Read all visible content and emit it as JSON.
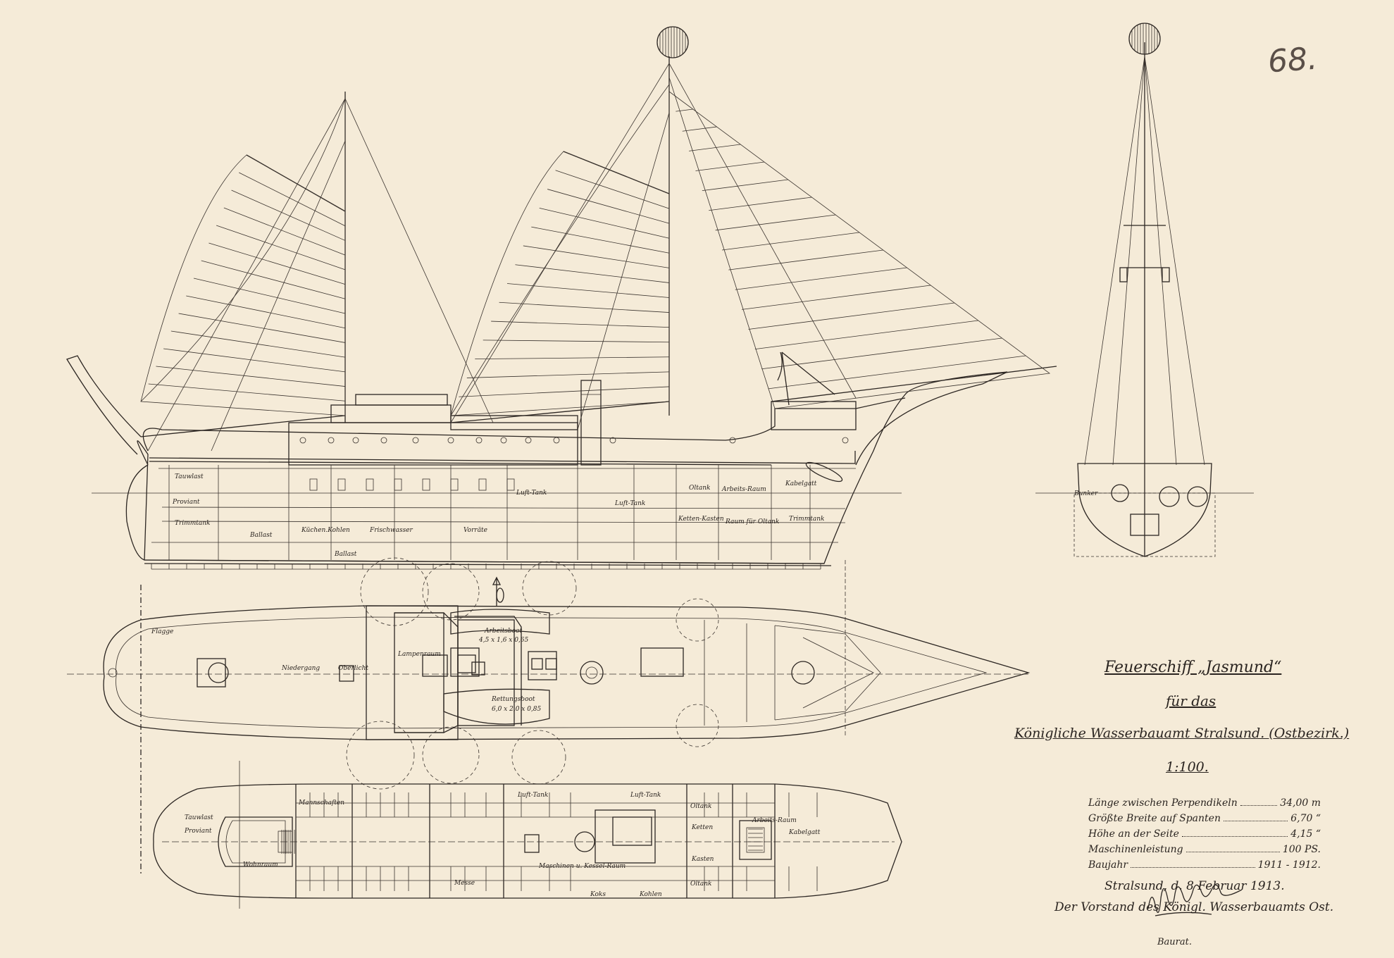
{
  "sheet_number": "68.",
  "title": {
    "ship_name": "Feuerschiff „Jasmund“",
    "for_line": "für das",
    "authority": "Königliche Wasserbauamt Stralsund. (Ostbezirk.)",
    "scale": "1:100."
  },
  "specs": [
    {
      "label": "Länge zwischen Perpendikeln",
      "value": "34,00 m"
    },
    {
      "label": "Größte Breite auf Spanten",
      "value": "6,70 “"
    },
    {
      "label": "Höhe an der Seite",
      "value": "4,15 “"
    },
    {
      "label": "Maschinenleistung",
      "value": "100 PS."
    },
    {
      "label": "Baujahr",
      "value": "1911 - 1912."
    }
  ],
  "place_date": "Stralsund, d. 8 Februar 1913.",
  "issuer": "Der Vorstand des Königl. Wasserbauamts Ost.",
  "signature_title": "Baurat.",
  "elevation_labels": {
    "l1": "Tauwlast",
    "l2": "Proviant",
    "l3": "Trimmtank",
    "l4": "Ballast",
    "l5": "Küchen.Kohlen",
    "l6": "Frischwasser",
    "l7": "Vorräte",
    "l8": "Ballast",
    "l9": "Luft-Tank",
    "l10": "Luft-Tank",
    "l11": "Ketten-Kasten",
    "l12": "Raum für Oltank",
    "l13": "Trimmtank",
    "l14": "Arbeits-Raum",
    "l15": "Kabelgatt",
    "l16": "Oltank"
  },
  "section_label": "Bunker",
  "deck_labels": {
    "d1": "Flagge",
    "d2": "Niedergang",
    "d3": "Lampenraum",
    "d4": "Arbeitsboot",
    "d5": "4,5 x 1,6 x 0,65",
    "d6": "Rettungsboot",
    "d7": "6,0 x 2,0 x 0,85",
    "d8": "Oberlicht"
  },
  "plan_labels": {
    "p1": "Tauwlast",
    "p2": "Proviant",
    "p3": "Wohnraum",
    "p4": "Mannschaften",
    "p5": "Messe",
    "p6": "Luft-Tank",
    "p7": "Luft-Tank",
    "p8": "Maschinen u. Kessel-Raum",
    "p9": "Koks",
    "p10": "Kohlen",
    "p11": "Ketten",
    "p12": "Kasten",
    "p13": "Arbeits-Raum",
    "p14": "Kabelgatt",
    "p15": "Oltank",
    "p16": "Oltank"
  }
}
